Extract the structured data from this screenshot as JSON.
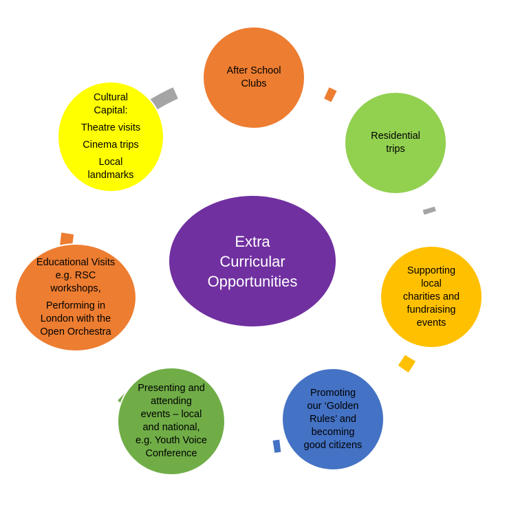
{
  "center": {
    "lines": [
      "Extra",
      "Curricular",
      "Opportunities"
    ],
    "color": "#7030A0"
  },
  "nodes": [
    {
      "id": "after-school-clubs",
      "color": "#ED7D31",
      "lines": [
        "After School",
        "Clubs"
      ]
    },
    {
      "id": "residential-trips",
      "color": "#92D050",
      "lines": [
        "Residential",
        "trips"
      ]
    },
    {
      "id": "supporting-charities",
      "color": "#FFC000",
      "lines": [
        "Supporting",
        "local",
        "charities and",
        "fundraising",
        "events"
      ]
    },
    {
      "id": "golden-rules",
      "color": "#4472C4",
      "lines": [
        "Promoting",
        "our ‘Golden",
        "Rules’ and",
        "becoming",
        "good citizens"
      ]
    },
    {
      "id": "presenting-events",
      "color": "#70AD47",
      "lines": [
        "Presenting and",
        "attending",
        "events – local",
        "and national,",
        "e.g. Youth Voice",
        "Conference"
      ]
    },
    {
      "id": "educational-visits",
      "color": "#ED7D31",
      "lines": [
        "Educational Visits",
        "e.g. RSC",
        "workshops,",
        "",
        "Performing in",
        "London with the",
        "Open Orchestra"
      ]
    },
    {
      "id": "cultural-capital",
      "color": "#FFFF00",
      "lines": [
        "Cultural",
        "Capital:",
        "",
        "Theatre visits",
        "",
        "Cinema trips",
        "",
        "Local",
        "landmarks"
      ]
    }
  ],
  "connectors": [
    {
      "name": "connector-clubs-to-residential",
      "color": "#ED7D31"
    },
    {
      "name": "connector-residential-to-charities",
      "color": "#A5A5A5"
    },
    {
      "name": "connector-charities-to-golden-rules",
      "color": "#FFC000"
    },
    {
      "name": "connector-golden-rules-to-presenting",
      "color": "#4472C4"
    },
    {
      "name": "connector-presenting-to-educational",
      "color": "#70AD47"
    },
    {
      "name": "connector-educational-to-cultural",
      "color": "#ED7D31"
    },
    {
      "name": "connector-cultural-to-clubs",
      "color": "#A5A5A5"
    }
  ]
}
